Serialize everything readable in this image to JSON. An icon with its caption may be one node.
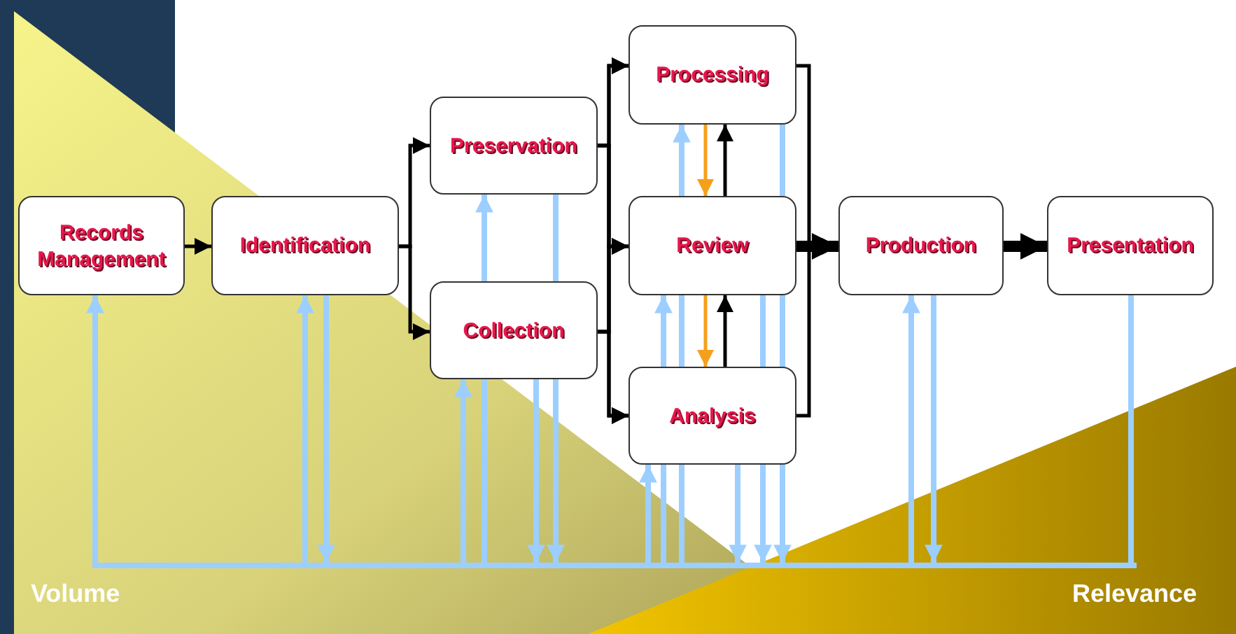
{
  "diagram": {
    "nodes": [
      {
        "text": [
          "Records Management"
        ]
      },
      {
        "text": [
          "Identification"
        ]
      },
      {
        "text": [
          "Preservation"
        ]
      },
      {
        "text": [
          "Collection"
        ]
      },
      {
        "text": [
          "Processing"
        ]
      },
      {
        "text": [
          "Review"
        ]
      },
      {
        "text": [
          "Analysis"
        ]
      },
      {
        "text": [
          "Production"
        ]
      },
      {
        "text": [
          "Presentation"
        ]
      },
      {
        "text": [],
        "shape": "bar"
      }
    ],
    "edges": [
      {
        "from": 0,
        "to": 1,
        "arrow": "to",
        "color": "#000000"
      },
      {
        "from": 1,
        "to": 2,
        "arrow": "to",
        "color": "#000000"
      },
      {
        "from": 1,
        "to": 3,
        "arrow": "to",
        "color": "#000000"
      },
      {
        "from": 2,
        "to": 4,
        "arrow": "to",
        "color": "#000000"
      },
      {
        "from": 2,
        "to": 5,
        "arrow": "to",
        "color": "#000000"
      },
      {
        "from": 2,
        "to": 6,
        "arrow": "to",
        "color": "#000000"
      },
      {
        "from": 3,
        "to": 4,
        "arrow": "to",
        "color": "#000000"
      },
      {
        "from": 3,
        "to": 5,
        "arrow": "to",
        "color": "#000000"
      },
      {
        "from": 3,
        "to": 6,
        "arrow": "to",
        "color": "#000000"
      },
      {
        "from": 4,
        "to": 7,
        "arrow": "to",
        "color": "#000000"
      },
      {
        "from": 5,
        "to": 7,
        "arrow": "to",
        "style": "thick",
        "color": "#000000"
      },
      {
        "from": 6,
        "to": 7,
        "arrow": "to",
        "color": "#000000"
      },
      {
        "from": 7,
        "to": 8,
        "arrow": "to",
        "style": "thick",
        "color": "#000000"
      },
      {
        "from": 4,
        "to": 5,
        "arrow": "to",
        "color": "#f5a01a"
      },
      {
        "from": 5,
        "to": 4,
        "arrow": "to",
        "color": "#000000"
      },
      {
        "from": 5,
        "to": 6,
        "arrow": "to",
        "color": "#f5a01a"
      },
      {
        "from": 6,
        "to": 5,
        "arrow": "to",
        "color": "#000000"
      },
      {
        "from": 9,
        "to": 0,
        "arrow": "to"
      },
      {
        "from": 9,
        "to": 1,
        "arrow": "to"
      },
      {
        "from": 1,
        "to": 9,
        "arrow": "to"
      },
      {
        "from": 9,
        "to": 3,
        "arrow": "to"
      },
      {
        "from": 9,
        "to": 3,
        "arrow": "none"
      },
      {
        "from": 3,
        "to": 2,
        "arrow": "to"
      },
      {
        "from": 3,
        "to": 9,
        "arrow": "to"
      },
      {
        "from": 2,
        "to": 3,
        "arrow": "none"
      },
      {
        "from": 3,
        "to": 9,
        "arrow": "to"
      },
      {
        "from": 9,
        "to": 6,
        "arrow": "to"
      },
      {
        "from": 9,
        "to": 6,
        "arrow": "none"
      },
      {
        "from": 6,
        "to": 5,
        "arrow": "to"
      },
      {
        "from": 9,
        "to": 6,
        "arrow": "none"
      },
      {
        "from": 6,
        "to": 5,
        "arrow": "none"
      },
      {
        "from": 5,
        "to": 4,
        "arrow": "to"
      },
      {
        "from": 6,
        "to": 9,
        "arrow": "to"
      },
      {
        "from": 5,
        "to": 6,
        "arrow": "none"
      },
      {
        "from": 6,
        "to": 9,
        "arrow": "to"
      },
      {
        "from": 4,
        "to": 5,
        "arrow": "none"
      },
      {
        "from": 5,
        "to": 6,
        "arrow": "none"
      },
      {
        "from": 6,
        "to": 9,
        "arrow": "to"
      },
      {
        "from": 9,
        "to": 7,
        "arrow": "to"
      },
      {
        "from": 7,
        "to": 9,
        "arrow": "to"
      },
      {
        "from": 8,
        "to": 9,
        "arrow": "none"
      }
    ],
    "labels": [
      "Volume",
      "Relevance"
    ]
  }
}
